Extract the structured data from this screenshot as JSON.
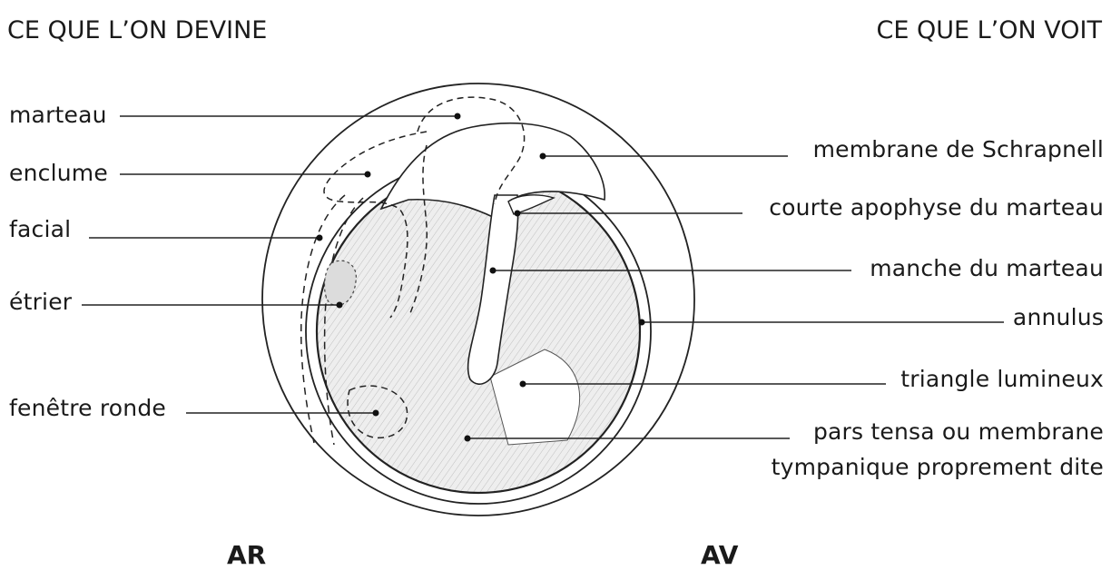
{
  "headers": {
    "left": "CE QUE L’ON DEVINE",
    "right": "CE QUE L’ON VOIT"
  },
  "labels_left": {
    "marteau": "marteau",
    "enclume": "enclume",
    "facial": "facial",
    "etrier": "étrier",
    "fenetre_ronde": "fenêtre ronde"
  },
  "labels_right": {
    "schrapnell": "membrane de Schrapnell",
    "courte_apophyse": "courte apophyse du marteau",
    "manche": "manche du marteau",
    "annulus": "annulus",
    "triangle": "triangle lumineux",
    "pars_tensa_line1": "pars tensa ou membrane",
    "pars_tensa_line2": "tympanique proprement dite"
  },
  "orientation": {
    "posterior": "AR",
    "anterior": "AV"
  }
}
